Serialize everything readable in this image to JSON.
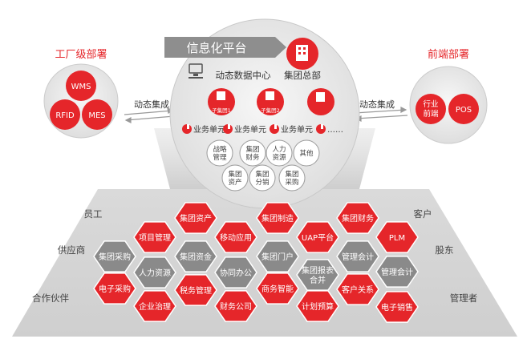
{
  "platform_title": "信息化平台",
  "left_group": {
    "title": "工厂级部署",
    "items": [
      "WMS",
      "RFID",
      "MES"
    ]
  },
  "right_group": {
    "title": "前端部署",
    "items": [
      "行业\n前端",
      "POS"
    ]
  },
  "integration_left": "动态集成",
  "integration_right": "动态集成",
  "data_center_label": "动态数据中心",
  "hq_label": "集团总部",
  "subsidiaries": [
    "子集团1",
    "子集团2",
    ""
  ],
  "business_units": [
    "业务单元",
    "业务单元",
    "业务单元",
    "……"
  ],
  "shared_services": [
    "战略\n管理",
    "集团\n财务",
    "人力\n资源",
    "其他",
    "集团\n资产",
    "集团\n分销",
    "集团\n采购"
  ],
  "stakeholders_left": [
    "员工",
    "供应商",
    "合作伙伴"
  ],
  "stakeholders_right": [
    "客户",
    "股东",
    "管理者"
  ],
  "modules": [
    {
      "label": "集团资产",
      "color": "red"
    },
    {
      "label": "集团制造",
      "color": "red"
    },
    {
      "label": "集团财务",
      "color": "red"
    },
    {
      "label": "项目管理",
      "color": "red"
    },
    {
      "label": "移动应用",
      "color": "red"
    },
    {
      "label": "UAP平台",
      "color": "red"
    },
    {
      "label": "PLM",
      "color": "red"
    },
    {
      "label": "集团采购",
      "color": "gray"
    },
    {
      "label": "集团资金",
      "color": "gray"
    },
    {
      "label": "集团门户",
      "color": "gray"
    },
    {
      "label": "管理会计",
      "color": "gray"
    },
    {
      "label": "人力资源",
      "color": "gray"
    },
    {
      "label": "协同办公",
      "color": "gray"
    },
    {
      "label": "集团报表\n合并",
      "color": "gray"
    },
    {
      "label": "管理会计",
      "color": "gray"
    },
    {
      "label": "电子采购",
      "color": "red"
    },
    {
      "label": "税务管理",
      "color": "red"
    },
    {
      "label": "商务智能",
      "color": "red"
    },
    {
      "label": "客户关系",
      "color": "red"
    },
    {
      "label": "企业治理",
      "color": "red"
    },
    {
      "label": "财务公司",
      "color": "red"
    },
    {
      "label": "计划预算",
      "color": "red"
    },
    {
      "label": "电子销售",
      "color": "red"
    }
  ],
  "colors": {
    "red": "#e5262a",
    "gray": "#8a8a8a",
    "light_gray": "#d7d7d7",
    "circle_bg": "#eaeaea",
    "title_red": "#e5262a"
  }
}
